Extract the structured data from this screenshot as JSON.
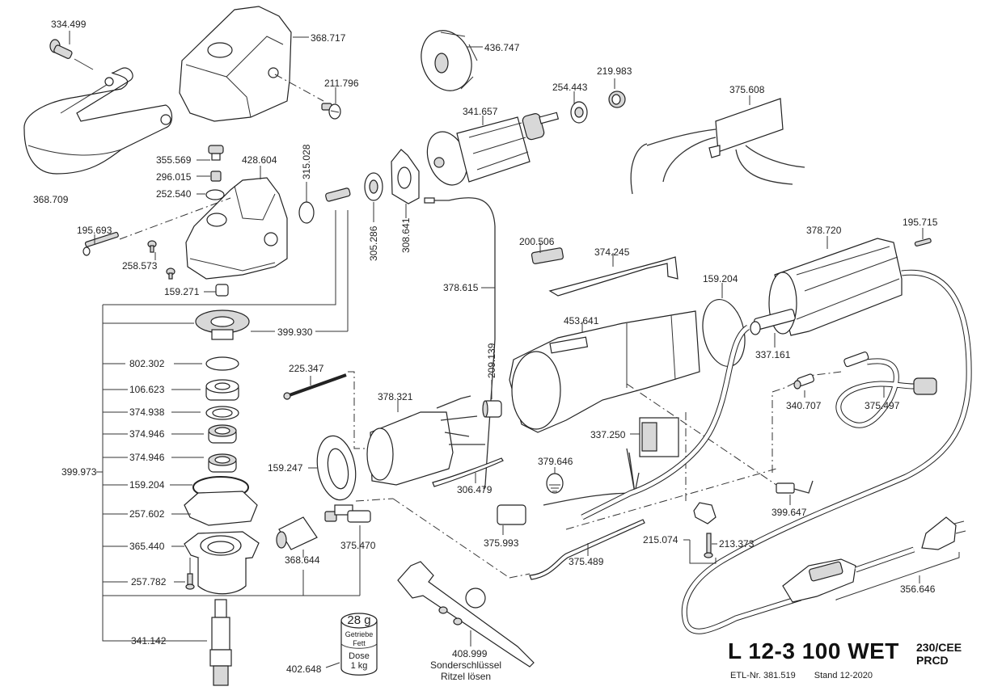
{
  "document": {
    "model": "L 12-3 100 WET",
    "variant_line1": "230/CEE",
    "variant_line2": "PRCD",
    "etl_number": "ETL-Nr. 381.519",
    "revision": "Stand 12-2020"
  },
  "parts": {
    "p334499": "334.499",
    "p368717": "368.717",
    "p211796": "211.796",
    "p368709": "368.709",
    "p355569": "355.569",
    "p296015": "296.015",
    "p252540": "252.540",
    "p428604": "428.604",
    "p315028": "315.028",
    "p195693": "195.693",
    "p258573": "258.573",
    "p159271": "159.271",
    "p436747": "436.747",
    "p341657": "341.657",
    "p254443": "254.443",
    "p219983": "219.983",
    "p305286": "305.286",
    "p308641": "308.641",
    "p375608": "375.608",
    "p200506": "200.506",
    "p374245": "374.245",
    "p378615": "378.615",
    "p378720": "378.720",
    "p195715": "195.715",
    "p159204a": "159.204",
    "p337161": "337.161",
    "p399930": "399.930",
    "p802302": "802.302",
    "p106623": "106.623",
    "p374938": "374.938",
    "p374946a": "374.946",
    "p374946b": "374.946",
    "p399973": "399.973",
    "p159204b": "159.204",
    "p257602": "257.602",
    "p365440": "365.440",
    "p257782": "257.782",
    "p341142": "341.142",
    "p225347": "225.347",
    "p378321": "378.321",
    "p209139": "209.139",
    "p159247": "159.247",
    "p306479": "306.479",
    "p453641": "453.641",
    "p337250": "337.250",
    "p379646": "379.646",
    "p375993": "375.993",
    "p368644": "368.644",
    "p375470": "375.470",
    "p375489": "375.489",
    "p340707": "340.707",
    "p375497": "375.497",
    "p399647": "399.647",
    "p215074": "215.074",
    "p213373": "213.373",
    "p356646": "356.646",
    "p402648": "402.648",
    "p408999": "408.999"
  },
  "grease_can": {
    "amount": "28 g",
    "line1": "Getriebe",
    "line2": "Fett",
    "line3": "Dose",
    "line4": "1 kg"
  },
  "wrench": {
    "line1": "Sonderschlüssel",
    "line2": "Ritzel lösen"
  }
}
